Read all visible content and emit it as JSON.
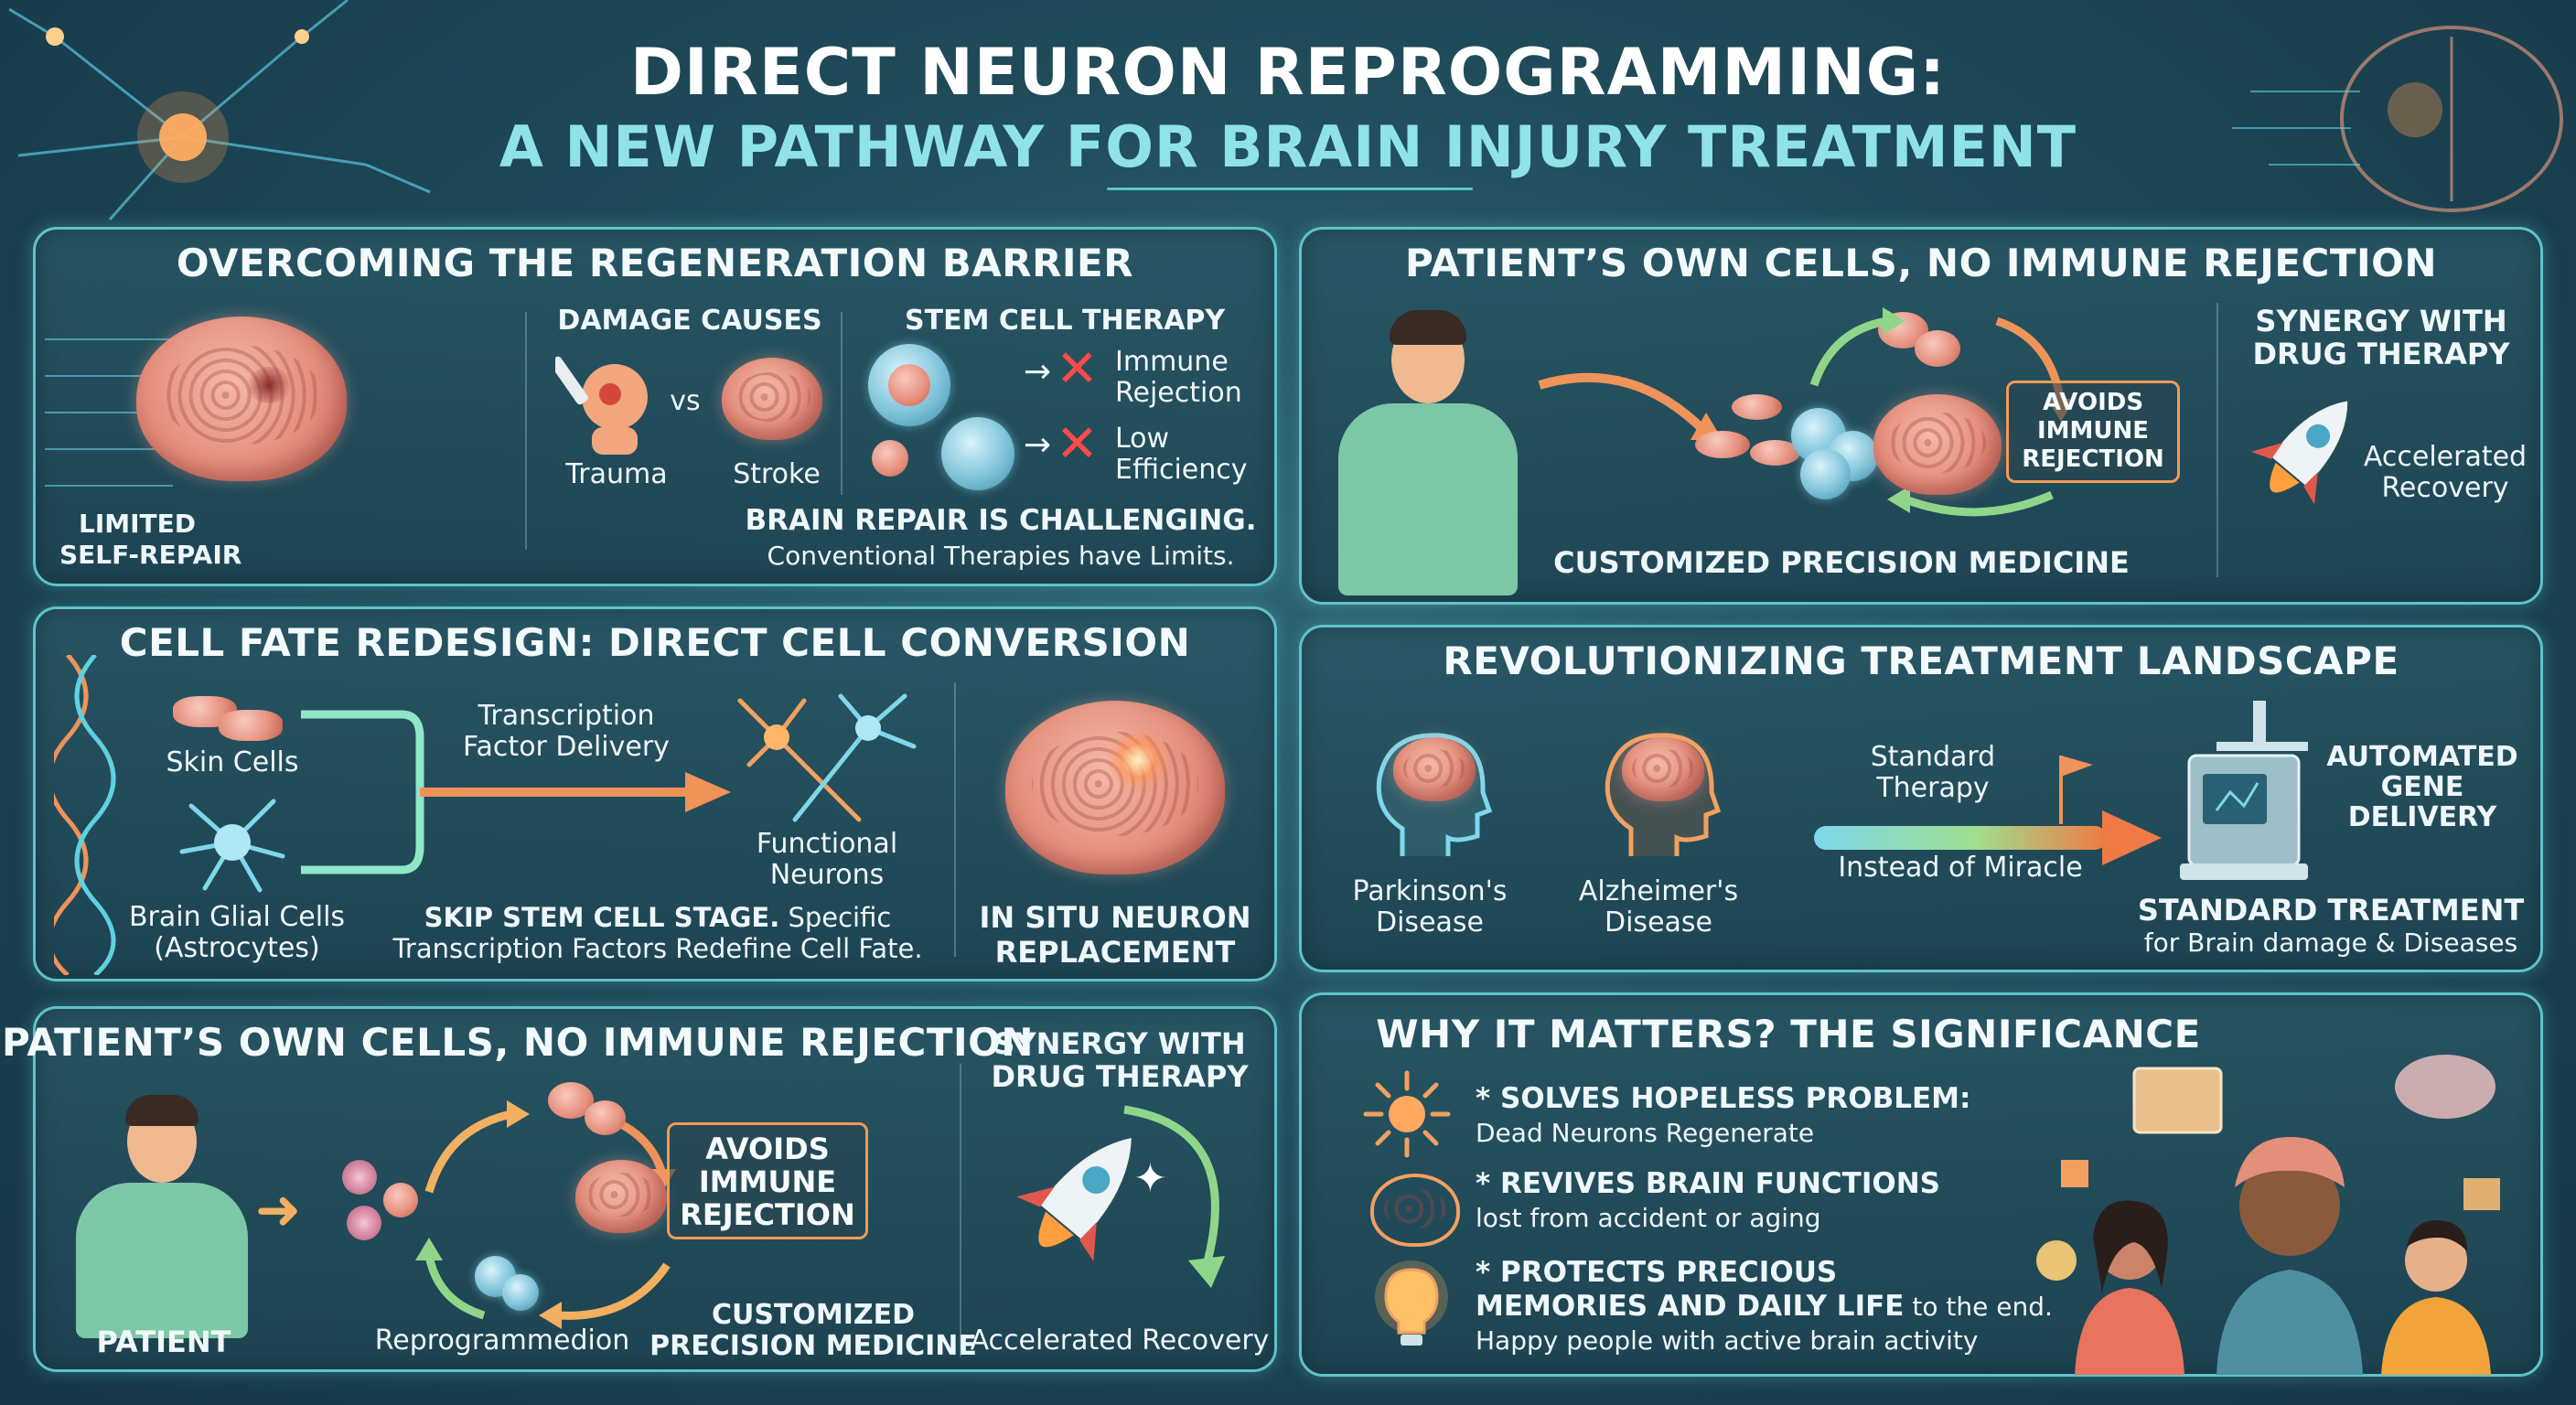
{
  "header": {
    "title_line1": "DIRECT NEURON REPROGRAMMING:",
    "title_line2": "A NEW PATHWAY FOR BRAIN INJURY TREATMENT"
  },
  "panel1": {
    "title": "OVERCOMING THE REGENERATION BARRIER",
    "limited_line1": "LIMITED",
    "limited_line2": "SELF-REPAIR",
    "damage_causes": "DAMAGE CAUSES",
    "vs": "vs",
    "trauma": "Trauma",
    "stroke": "Stroke",
    "stem_cell_therapy": "STEM CELL THERAPY",
    "immune_line1": "Immune",
    "immune_line2": "Rejection",
    "low_line1": "Low",
    "low_line2": "Efficiency",
    "challenge": "BRAIN REPAIR IS CHALLENGING.",
    "conventional": "Conventional Therapies have Limits."
  },
  "panel2": {
    "title": "PATIENT’S OWN CELLS, NO IMMUNE REJECTION",
    "avoids_line1": "AVOIDS",
    "avoids_line2": "IMMUNE",
    "avoids_line3": "REJECTION",
    "customized": "CUSTOMIZED PRECISION MEDICINE",
    "synergy_line1": "SYNERGY WITH",
    "synergy_line2": "DRUG THERAPY",
    "accel_line1": "Accelerated",
    "accel_line2": "Recovery"
  },
  "panel3": {
    "title": "CELL FATE REDESIGN: DIRECT CELL CONVERSION",
    "skin_cells": "Skin Cells",
    "glial_line1": "Brain Glial Cells",
    "glial_line2": "(Astrocytes)",
    "tf_line1": "Transcription",
    "tf_line2": "Factor Delivery",
    "functional_line1": "Functional",
    "functional_line2": "Neurons",
    "skip_bold": "SKIP STEM CELL STAGE.",
    "skip_rest": " Specific",
    "skip_line2": "Transcription Factors Redefine Cell Fate.",
    "insitu_line1": "IN SITU NEURON",
    "insitu_line2": "REPLACEMENT"
  },
  "panel4": {
    "title": "REVOLUTIONIZING TREATMENT LANDSCAPE",
    "parkinson_line1": "Parkinson's",
    "parkinson_line2": "Disease",
    "alzheimer_line1": "Alzheimer's",
    "alzheimer_line2": "Disease",
    "standard_line1": "Standard",
    "standard_line2": "Therapy",
    "instead": "Instead of Miracle",
    "auto_line1": "AUTOMATED",
    "auto_line2": "GENE",
    "auto_line3": "DELIVERY",
    "std_treatment": "STANDARD TREATMENT",
    "for_brain": "for Brain damage & Diseases"
  },
  "panel5": {
    "title": "PATIENT’S OWN CELLS, NO IMMUNE REJECTION",
    "patient": "PATIENT",
    "reprogram": "Reprogrammedion",
    "avoids_line1": "AVOIDS",
    "avoids_line2": "IMMUNE",
    "avoids_line3": "REJECTION",
    "customized_line1": "CUSTOMIZED",
    "customized_line2": "PRECISION MEDICINE",
    "synergy_line1": "SYNERGY WITH",
    "synergy_line2": "DRUG THERAPY",
    "accel": "Accelerated Recovery"
  },
  "panel6": {
    "title": "WHY IT MATTERS? THE SIGNIFICANCE",
    "item1_bold": "* SOLVES HOPELESS PROBLEM:",
    "item1_sub": "Dead Neurons Regenerate",
    "item2_bold": "* REVIVES BRAIN FUNCTIONS",
    "item2_sub": "lost from accident or aging",
    "item3_bold1": "* PROTECTS PRECIOUS",
    "item3_bold2": "MEMORIES AND DAILY LIFE",
    "item3_rest": " to the end.",
    "item3_sub": "Happy people with active brain activity"
  },
  "colors": {
    "panel_border": "#5fc3c8",
    "title_cyan": "#8fe3e6",
    "accent_orange": "#f09a55",
    "reject_red": "#ff4a4a"
  },
  "icons": [
    "neuron-icon",
    "brain-icon",
    "scalpel-icon",
    "cross-icon",
    "cell-icon",
    "arrow-icon",
    "rocket-icon",
    "dna-icon",
    "gene-machine-icon",
    "sun-icon",
    "lightbulb-icon",
    "person-icon"
  ]
}
